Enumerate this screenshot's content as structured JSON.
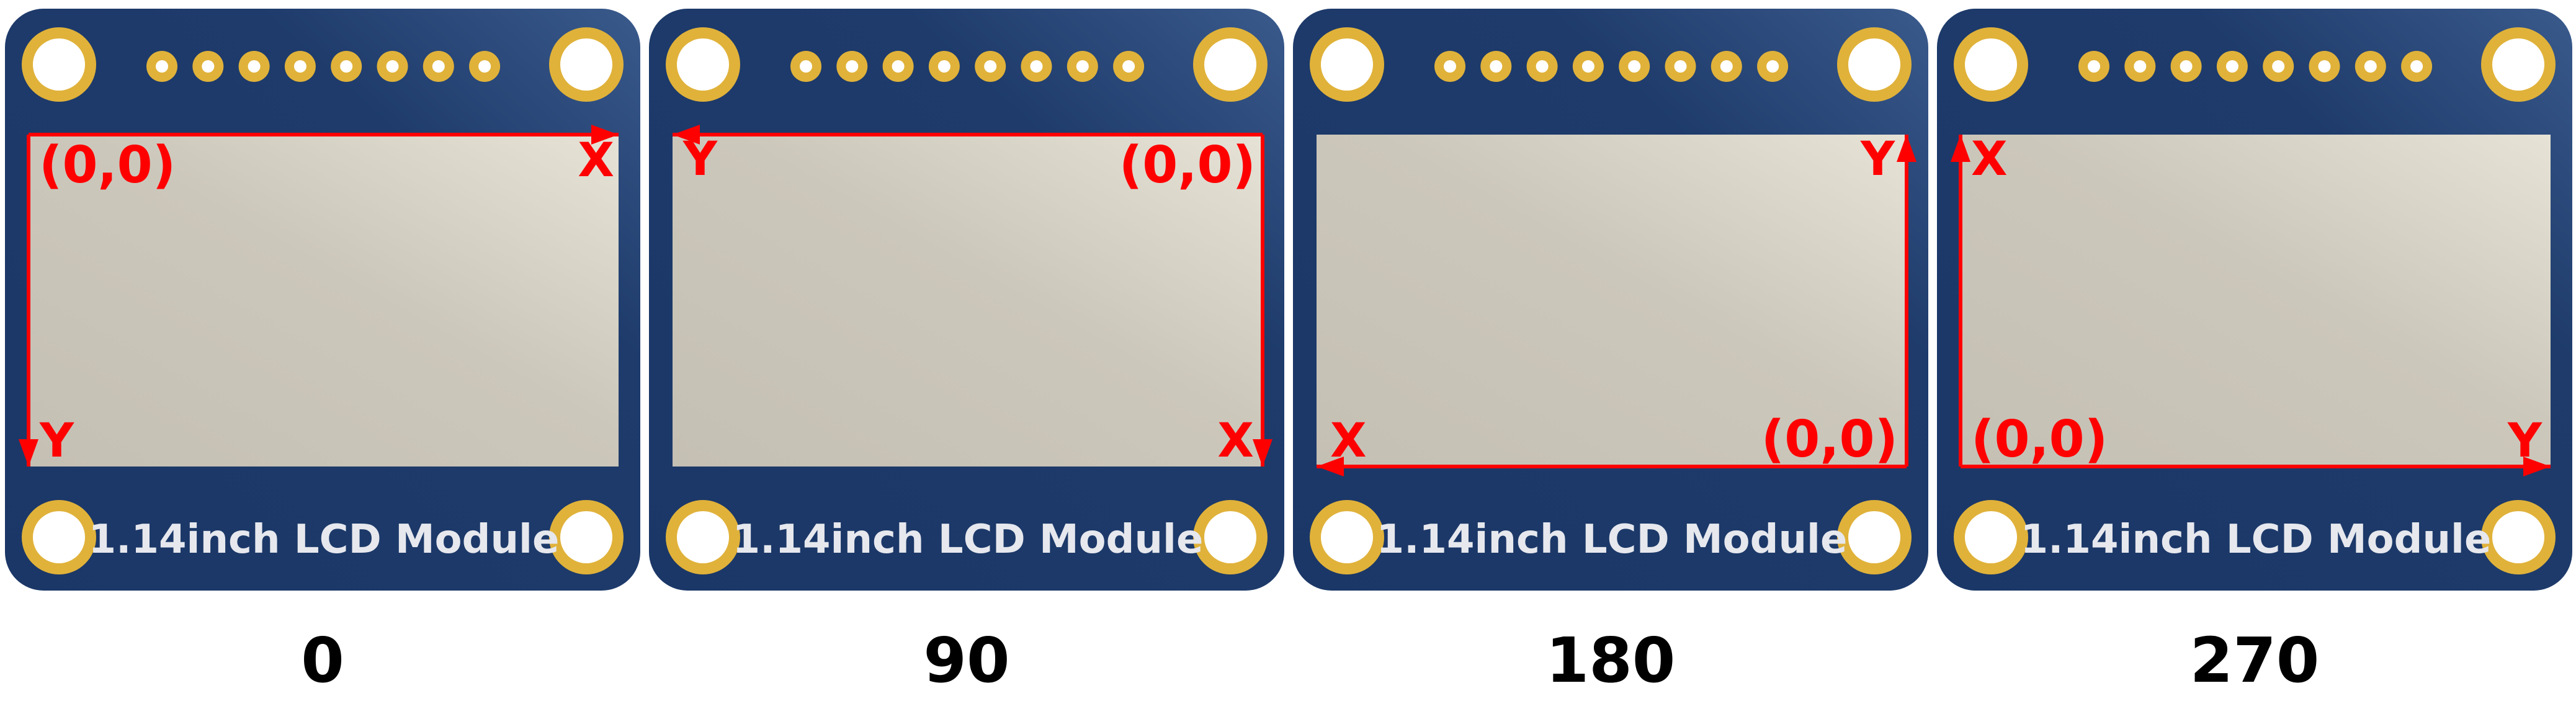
{
  "module_label": "1.14inch LCD Module",
  "colors": {
    "pcb": "#1d3a69",
    "gold": "#e0b23a",
    "screen": "#cdc8bb",
    "axis": "#ff0000"
  },
  "orientations": [
    {
      "caption": "0",
      "origin": "(0,0)",
      "x_label": "X",
      "y_label": "Y",
      "origin_corner": "top-left",
      "x_direction": "right",
      "y_direction": "down"
    },
    {
      "caption": "90",
      "origin": "(0,0)",
      "x_label": "X",
      "y_label": "Y",
      "origin_corner": "top-right",
      "x_direction": "down",
      "y_direction": "left"
    },
    {
      "caption": "180",
      "origin": "(0,0)",
      "x_label": "X",
      "y_label": "Y",
      "origin_corner": "bottom-right",
      "x_direction": "left",
      "y_direction": "up"
    },
    {
      "caption": "270",
      "origin": "(0,0)",
      "x_label": "X",
      "y_label": "Y",
      "origin_corner": "bottom-left",
      "x_direction": "up",
      "y_direction": "right"
    }
  ]
}
